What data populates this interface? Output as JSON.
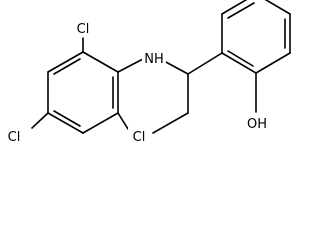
{
  "molecule": {
    "atoms": {
      "nh": "NH",
      "oh": "OH",
      "cl_top": "Cl",
      "cl_para": "Cl",
      "cl_bottom": "Cl"
    }
  }
}
